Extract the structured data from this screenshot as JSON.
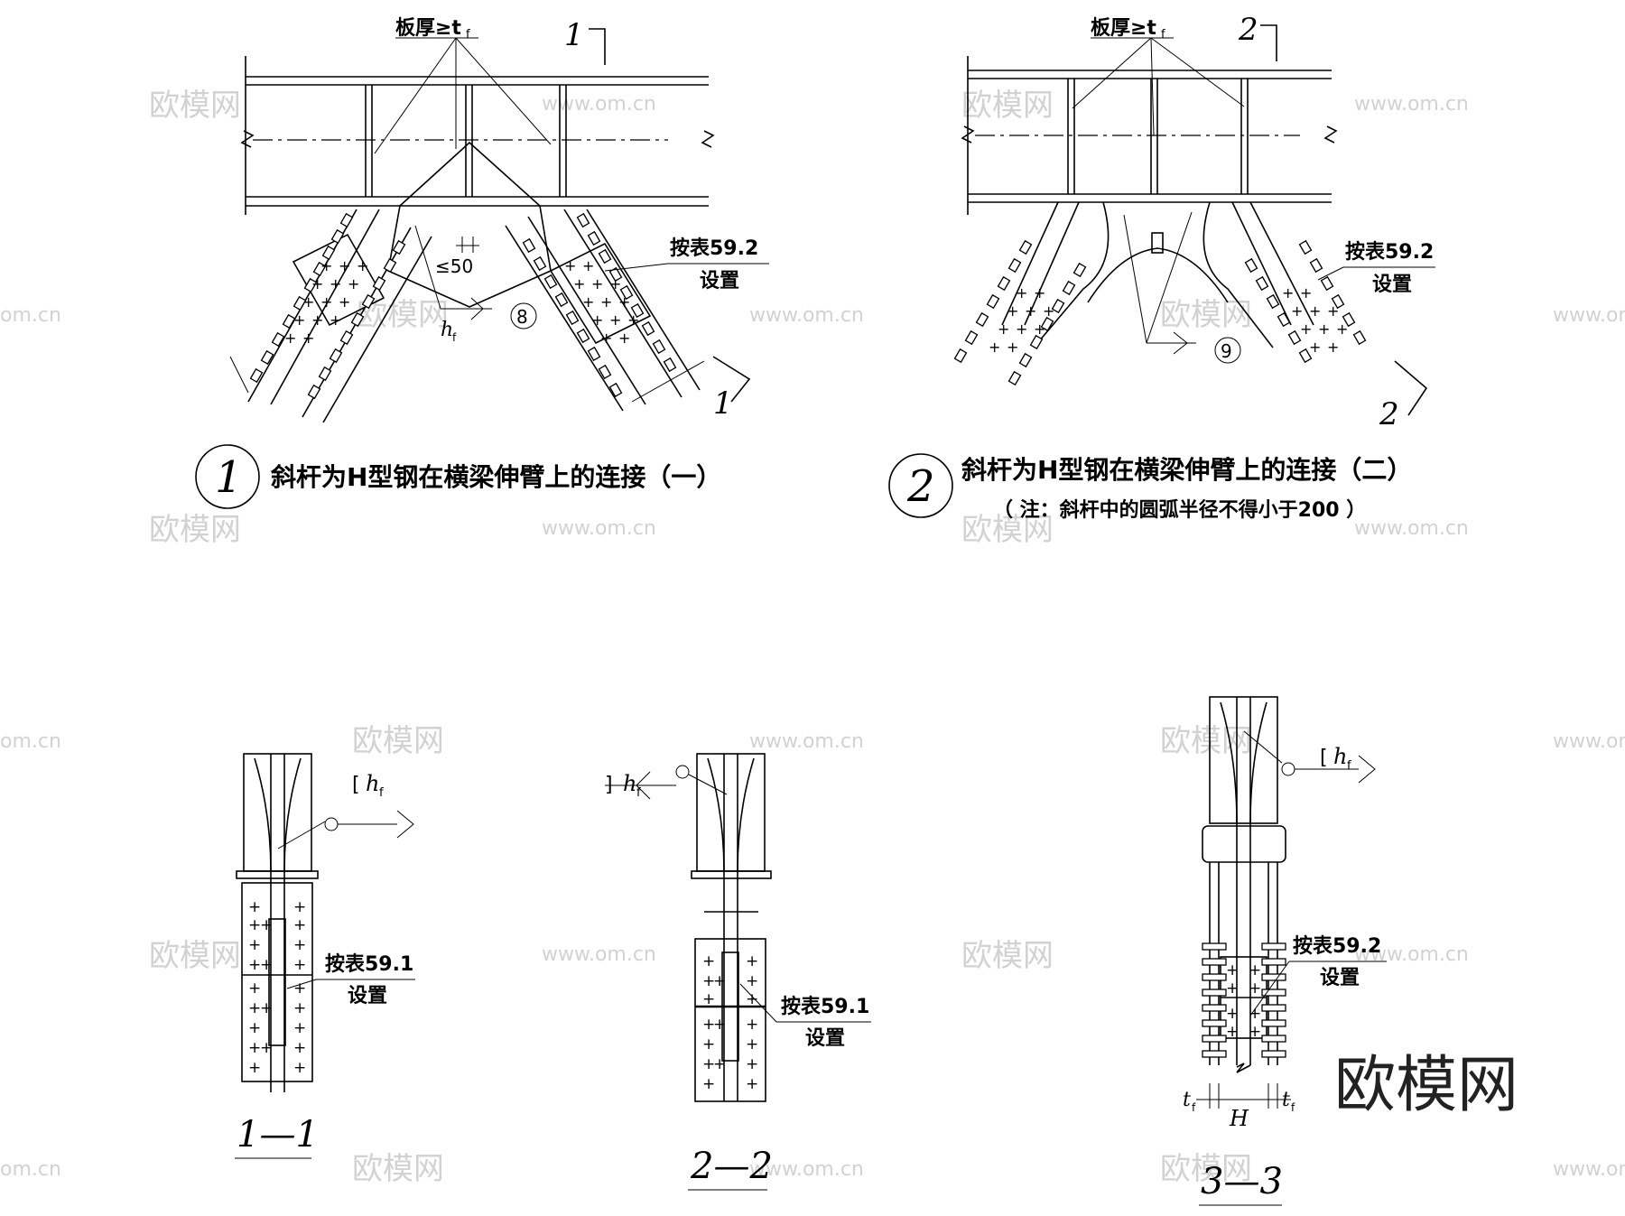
{
  "detail1": {
    "number": "1",
    "title": "斜杆为H型钢在横梁伸臂上的连接（一）",
    "plate_label": "板厚≥t",
    "plate_sub": "f",
    "section_mark": "1",
    "table_ref_line1": "按表59.2",
    "table_ref_line2": "设置",
    "dim_label": "≤50",
    "weld_size": "h",
    "weld_sub": "f",
    "weld_detail_no": "8"
  },
  "detail2": {
    "number": "2",
    "title": "斜杆为H型钢在横梁伸臂上的连接（二）",
    "note": "（ 注：斜杆中的圆弧半径不得小于200 ）",
    "plate_label": "板厚≥t",
    "plate_sub": "f",
    "section_mark": "2",
    "table_ref_line1": "按表59.2",
    "table_ref_line2": "设置",
    "weld_detail_no": "9"
  },
  "section11": {
    "label": "1—1",
    "weld_size": "h",
    "weld_sub": "f",
    "table_ref_line1": "按表59.1",
    "table_ref_line2": "设置"
  },
  "section22": {
    "label": "2—2",
    "weld_size": "h",
    "weld_sub": "f",
    "table_ref_line1": "按表59.1",
    "table_ref_line2": "设置"
  },
  "section33": {
    "label": "3—3",
    "weld_size": "h",
    "weld_sub": "f",
    "table_ref_line1": "按表59.2",
    "table_ref_line2": "设置",
    "dim_t_left": "t",
    "dim_t_right": "t",
    "dim_t_sub": "f",
    "dim_H": "H"
  },
  "watermarks": {
    "brand": "欧模网",
    "url": "www.om.cn",
    "partial_url": "om.cn"
  }
}
